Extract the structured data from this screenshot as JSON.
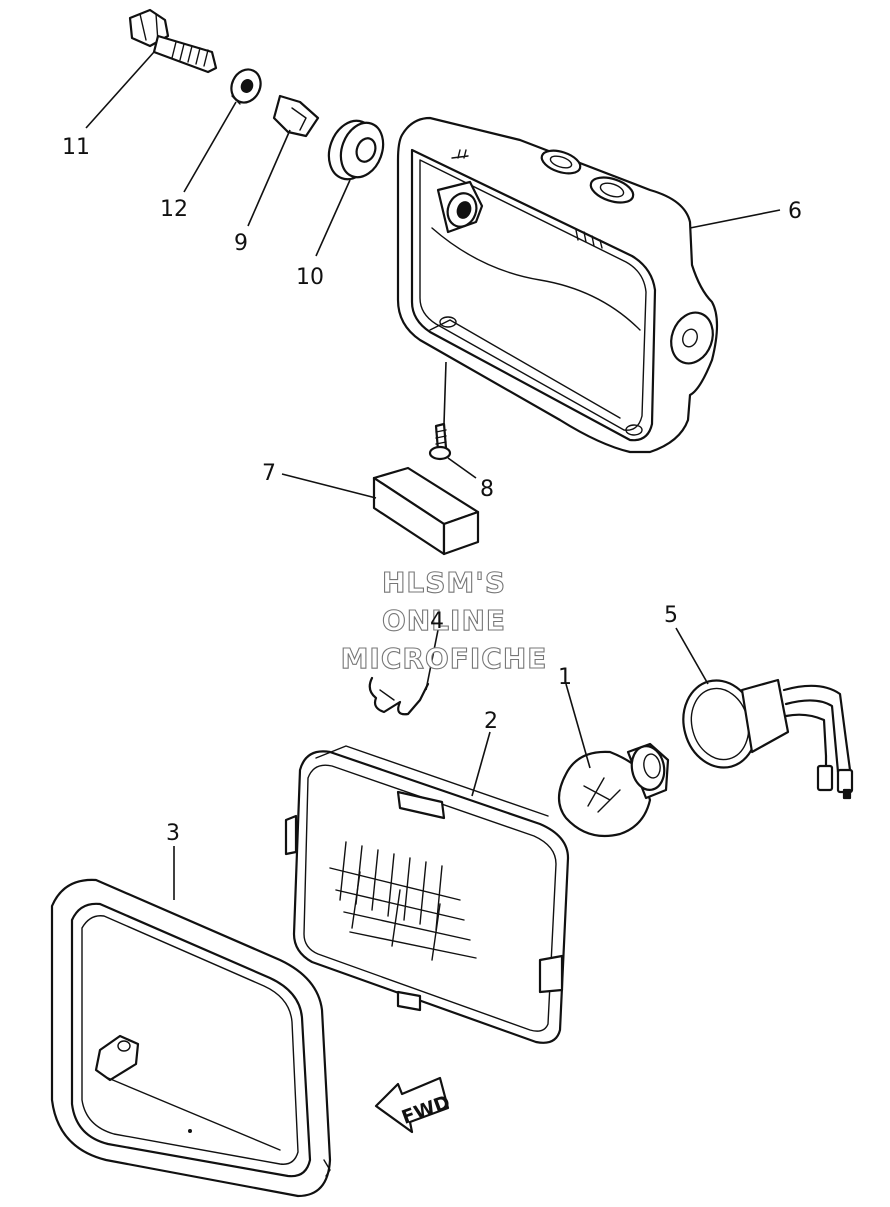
{
  "watermark": {
    "line1": "HLSM'S",
    "line2": "ONLINE",
    "line3": "MICROFICHE"
  },
  "direction_arrow": {
    "label": "FWD"
  },
  "callouts": [
    {
      "id": "p1",
      "label": "1"
    },
    {
      "id": "p2",
      "label": "2"
    },
    {
      "id": "p3",
      "label": "3"
    },
    {
      "id": "p4",
      "label": "4"
    },
    {
      "id": "p5",
      "label": "5"
    },
    {
      "id": "p6",
      "label": "6"
    },
    {
      "id": "p7",
      "label": "7"
    },
    {
      "id": "p8",
      "label": "8"
    },
    {
      "id": "p9",
      "label": "9"
    },
    {
      "id": "p10",
      "label": "10"
    },
    {
      "id": "p11",
      "label": "11"
    },
    {
      "id": "p12",
      "label": "12"
    }
  ]
}
